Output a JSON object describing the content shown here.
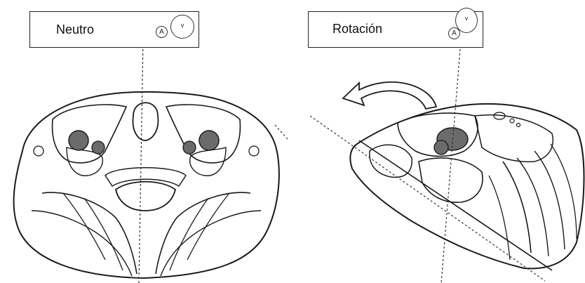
{
  "panels": [
    {
      "label": "Neutro",
      "artery_label": "A",
      "vein_label": "V"
    },
    {
      "label": "Rotación",
      "artery_label": "A",
      "vein_label": "V"
    }
  ],
  "colors": {
    "line": "#1a1a1a",
    "vessel_fill": "#6b6b6b",
    "dashed": "#333333"
  }
}
